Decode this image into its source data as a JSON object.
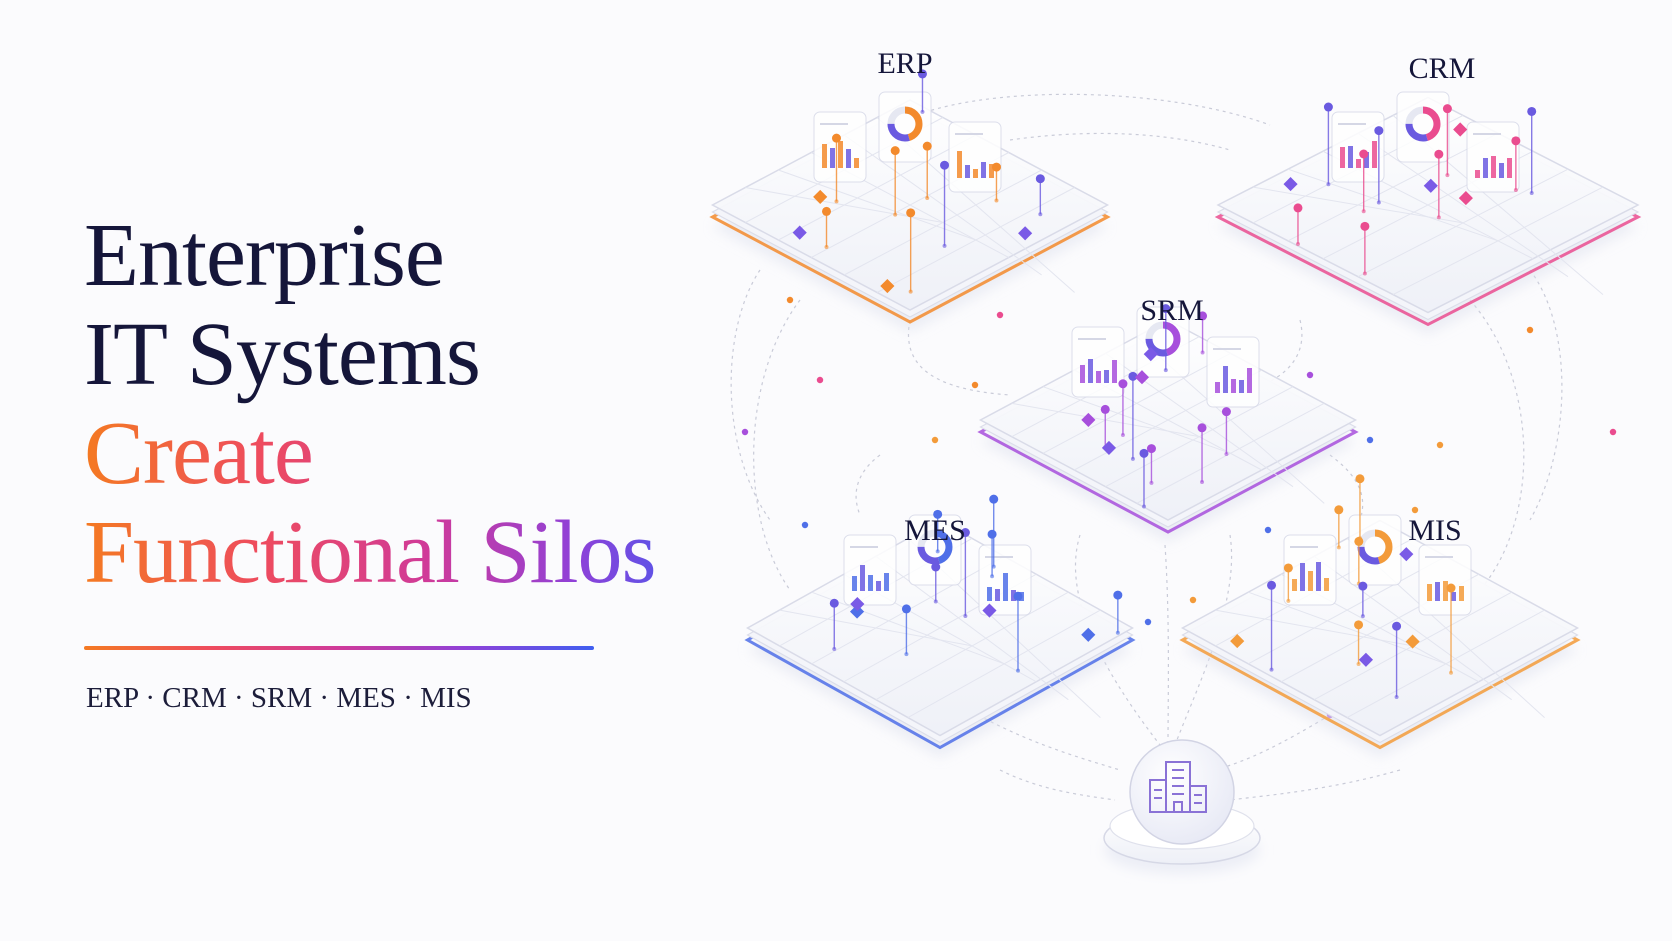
{
  "heading": {
    "line1": "Enterprise",
    "line2": "IT Systems",
    "line3": "Create",
    "line4": "Functional Silos"
  },
  "subtitle": "ERP · CRM · SRM · MES · MIS",
  "diagram": {
    "platforms": [
      {
        "id": "erp",
        "label": "ERP",
        "color": "#f38a2c"
      },
      {
        "id": "crm",
        "label": "CRM",
        "color": "#ea4c8f"
      },
      {
        "id": "srm",
        "label": "SRM",
        "color": "#a74fdc"
      },
      {
        "id": "mes",
        "label": "MES",
        "color": "#4f6fe8"
      },
      {
        "id": "mis",
        "label": "MIS",
        "color": "#f39b3a"
      }
    ],
    "center_icon": "building-icon"
  },
  "colors": {
    "orange": "#f47a22",
    "pink": "#ee4b5e",
    "magenta": "#cf3a9a",
    "purple": "#8f41d8",
    "blue": "#3f5ef0",
    "ink": "#15163a"
  }
}
